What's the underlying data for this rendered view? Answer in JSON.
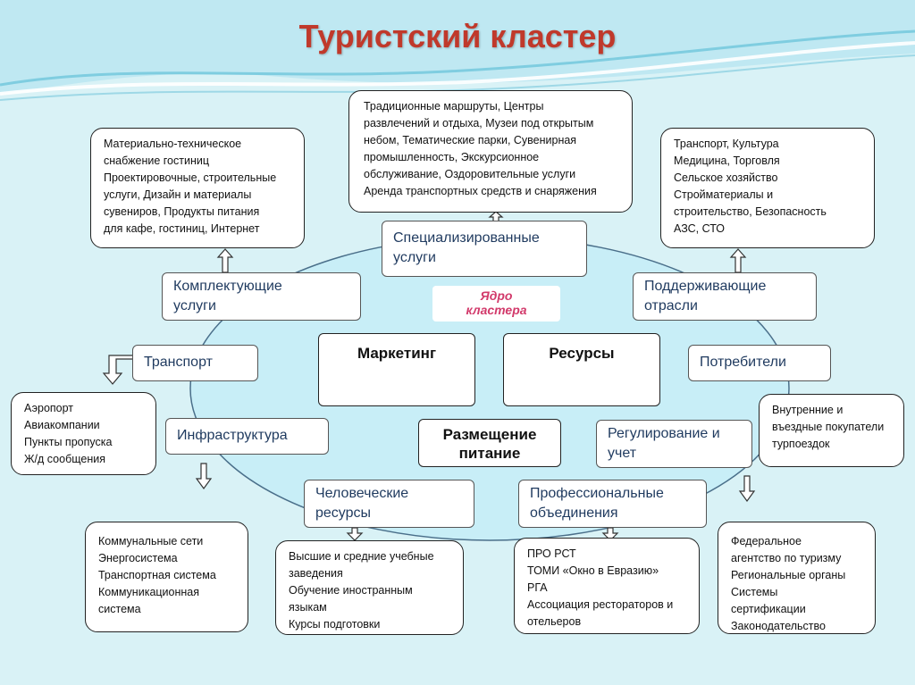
{
  "title": "Туристский кластер",
  "core_label": [
    "Ядро",
    "кластера"
  ],
  "core": {
    "marketing": "Маркетинг",
    "resources": "Ресурсы",
    "accommodation": [
      "Размещение",
      "питание"
    ]
  },
  "categories": {
    "specialized": [
      "Специализированные",
      "услуги"
    ],
    "complementary": [
      "Комплектующие",
      "услуги"
    ],
    "supporting": [
      "Поддерживающие",
      "отрасли"
    ],
    "transport": [
      "Транспорт"
    ],
    "consumers": [
      "Потребители"
    ],
    "infrastructure": [
      "Инфраструктура"
    ],
    "regulation": [
      "Регулирование и",
      "учет"
    ],
    "human": [
      "Человеческие",
      "ресурсы"
    ],
    "professional": [
      "Профессиональные",
      "объединения"
    ]
  },
  "details": {
    "specialized": [
      "Традиционные маршруты, Центры",
      "развлечений и отдыха, Музеи под открытым",
      "небом, Тематические парки, Сувенирная",
      "промышленность, Экскурсионное",
      "обслуживание, Оздоровительные услуги",
      "Аренда транспортных средств и снаряжения"
    ],
    "complementary": [
      "Материально-техническое",
      "снабжение гостиниц",
      "Проектировочные, строительные",
      "услуги, Дизайн и материалы",
      "сувениров, Продукты питания",
      "для кафе, гостиниц, Интернет"
    ],
    "supporting": [
      "Транспорт, Культура",
      "Медицина, Торговля",
      "Сельское хозяйство",
      "Стройматериалы и",
      "строительство, Безопасность",
      "АЗС, СТО"
    ],
    "transport": [
      "Аэропорт",
      "Авиакомпании",
      "Пункты пропуска",
      "Ж/д сообщения"
    ],
    "consumers": [
      "Внутренние и",
      "въездные покупатели",
      "турпоездок"
    ],
    "infrastructure": [
      "Коммунальные сети",
      "Энергосистема",
      "Транспортная система",
      "Коммуникационная",
      "система"
    ],
    "human": [
      "Высшие и средние учебные",
      "заведения",
      "Обучение иностранным",
      "языкам",
      "Курсы подготовки"
    ],
    "professional": [
      "ПРО РСТ",
      "ТОМИ «Окно в Евразию»",
      "РГА",
      "Ассоциация рестораторов и",
      "отельеров"
    ],
    "regulation": [
      "Федеральное",
      "агентство по туризму",
      "Региональные органы",
      "Системы",
      "сертификации",
      "Законодательство"
    ]
  },
  "colors": {
    "title": "#c0392b",
    "core_label": "#d23a6b",
    "category_text": "#1f3a5f",
    "ellipse": "#c8eef7"
  }
}
